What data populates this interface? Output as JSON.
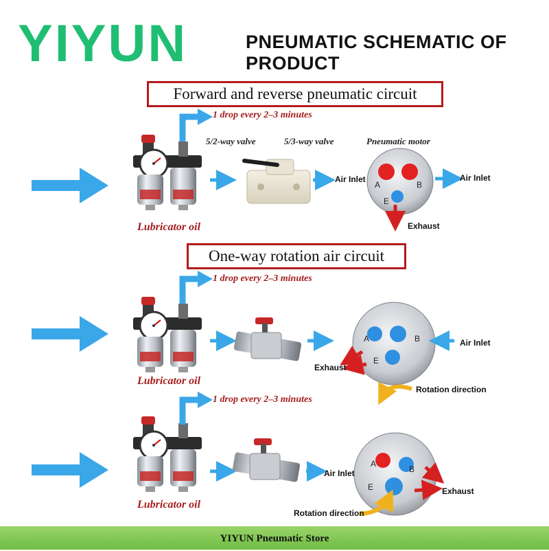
{
  "header": {
    "brand": "YIYUN",
    "title": "PNEUMATIC SCHEMATIC OF PRODUCT"
  },
  "sections": {
    "forward_reverse": {
      "title": "Forward and reverse pneumatic circuit",
      "drop_note": "1 drop every 2–3 minutes",
      "valve_52": "5/2-way valve",
      "valve_53": "5/3-way valve",
      "motor": "Pneumatic motor",
      "air_inlet_1": "Air Inlet",
      "air_inlet_2": "Air Inlet",
      "exhaust": "Exhaust",
      "lubricator": "Lubricator oil",
      "port_a": "A",
      "port_b": "B",
      "port_e": "E"
    },
    "one_way": {
      "title": "One-way rotation air circuit",
      "drop_note": "1 drop every 2–3 minutes",
      "air_inlet": "Air Inlet",
      "exhaust": "Exhaust",
      "rotation": "Rotation direction",
      "lubricator": "Lubricator oil",
      "port_a": "A",
      "port_b": "B",
      "port_e": "E"
    },
    "third": {
      "drop_note": "1 drop every 2–3 minutes",
      "air_inlet": "Air Inlet",
      "exhaust": "Exhaust",
      "rotation": "Rotation direction",
      "lubricator": "Lubricator oil",
      "port_a": "A",
      "port_b": "B",
      "port_e": "E"
    }
  },
  "footer": {
    "text": "YIYUN  Pneumatic  Store"
  },
  "colors": {
    "brand": "#1fbe72",
    "air_arrow": "#3aa7e8",
    "exhaust_arrow": "#d42020",
    "rotation_arrow": "#f0b21c",
    "frame": "#b41b1b"
  },
  "icons": [
    "frl-unit-icon",
    "hand-lever-valve-icon",
    "inline-valve-icon",
    "air-motor-icon"
  ]
}
